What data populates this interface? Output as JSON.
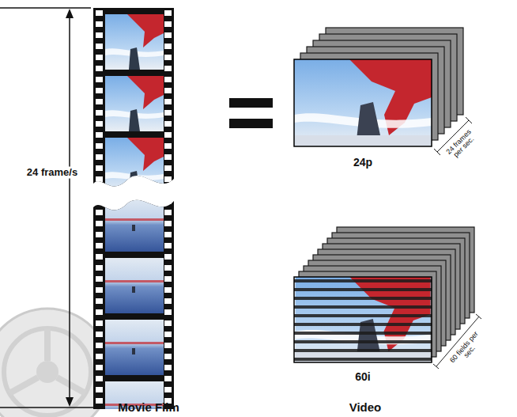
{
  "diagram": {
    "labels": [
      "24 frame/s",
      "24 frames per sec.",
      "24p",
      "60 fields per sec.",
      "60i",
      "Movie Film",
      "Video"
    ]
  }
}
